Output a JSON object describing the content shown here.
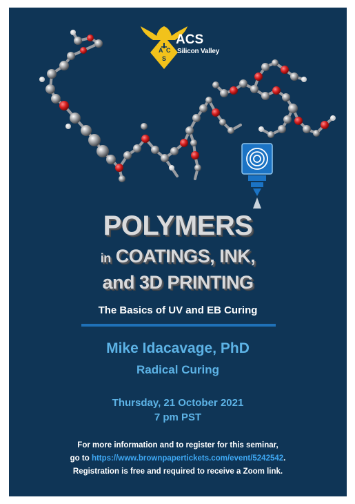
{
  "colors": {
    "background": "#0f3556",
    "headline": "#d9dadc",
    "accent_blue": "#5db3e6",
    "link": "#3fa9f5",
    "divider": "#1f71b8",
    "logo_yellow": "#f2c21b"
  },
  "logo": {
    "name": "ACS",
    "subtitle": "Silicon Valley",
    "icon": "acs-eagle-icon"
  },
  "headline": {
    "line1": "POLYMERS",
    "line2_prefix": "in",
    "line2_main": "COATINGS, INK,",
    "line3": "and 3D PRINTING"
  },
  "subtitle": "The Basics of UV and EB Curing",
  "speaker": {
    "name": "Mike Idacavage, PhD",
    "talk": "Radical Curing"
  },
  "event": {
    "date": "Thursday, 21 October 2021",
    "time": "7 pm PST"
  },
  "info": {
    "line1": "For more information and to register for this seminar,",
    "line2_prefix": "go to",
    "link": "https://www.brownpapertickets.com/event/5242542",
    "line2_suffix": ".",
    "line3": "Registration is free and required to receive a Zoom link."
  },
  "icons": [
    "molecule-illustration-icon",
    "3d-printer-nozzle-icon",
    "acs-eagle-icon"
  ]
}
